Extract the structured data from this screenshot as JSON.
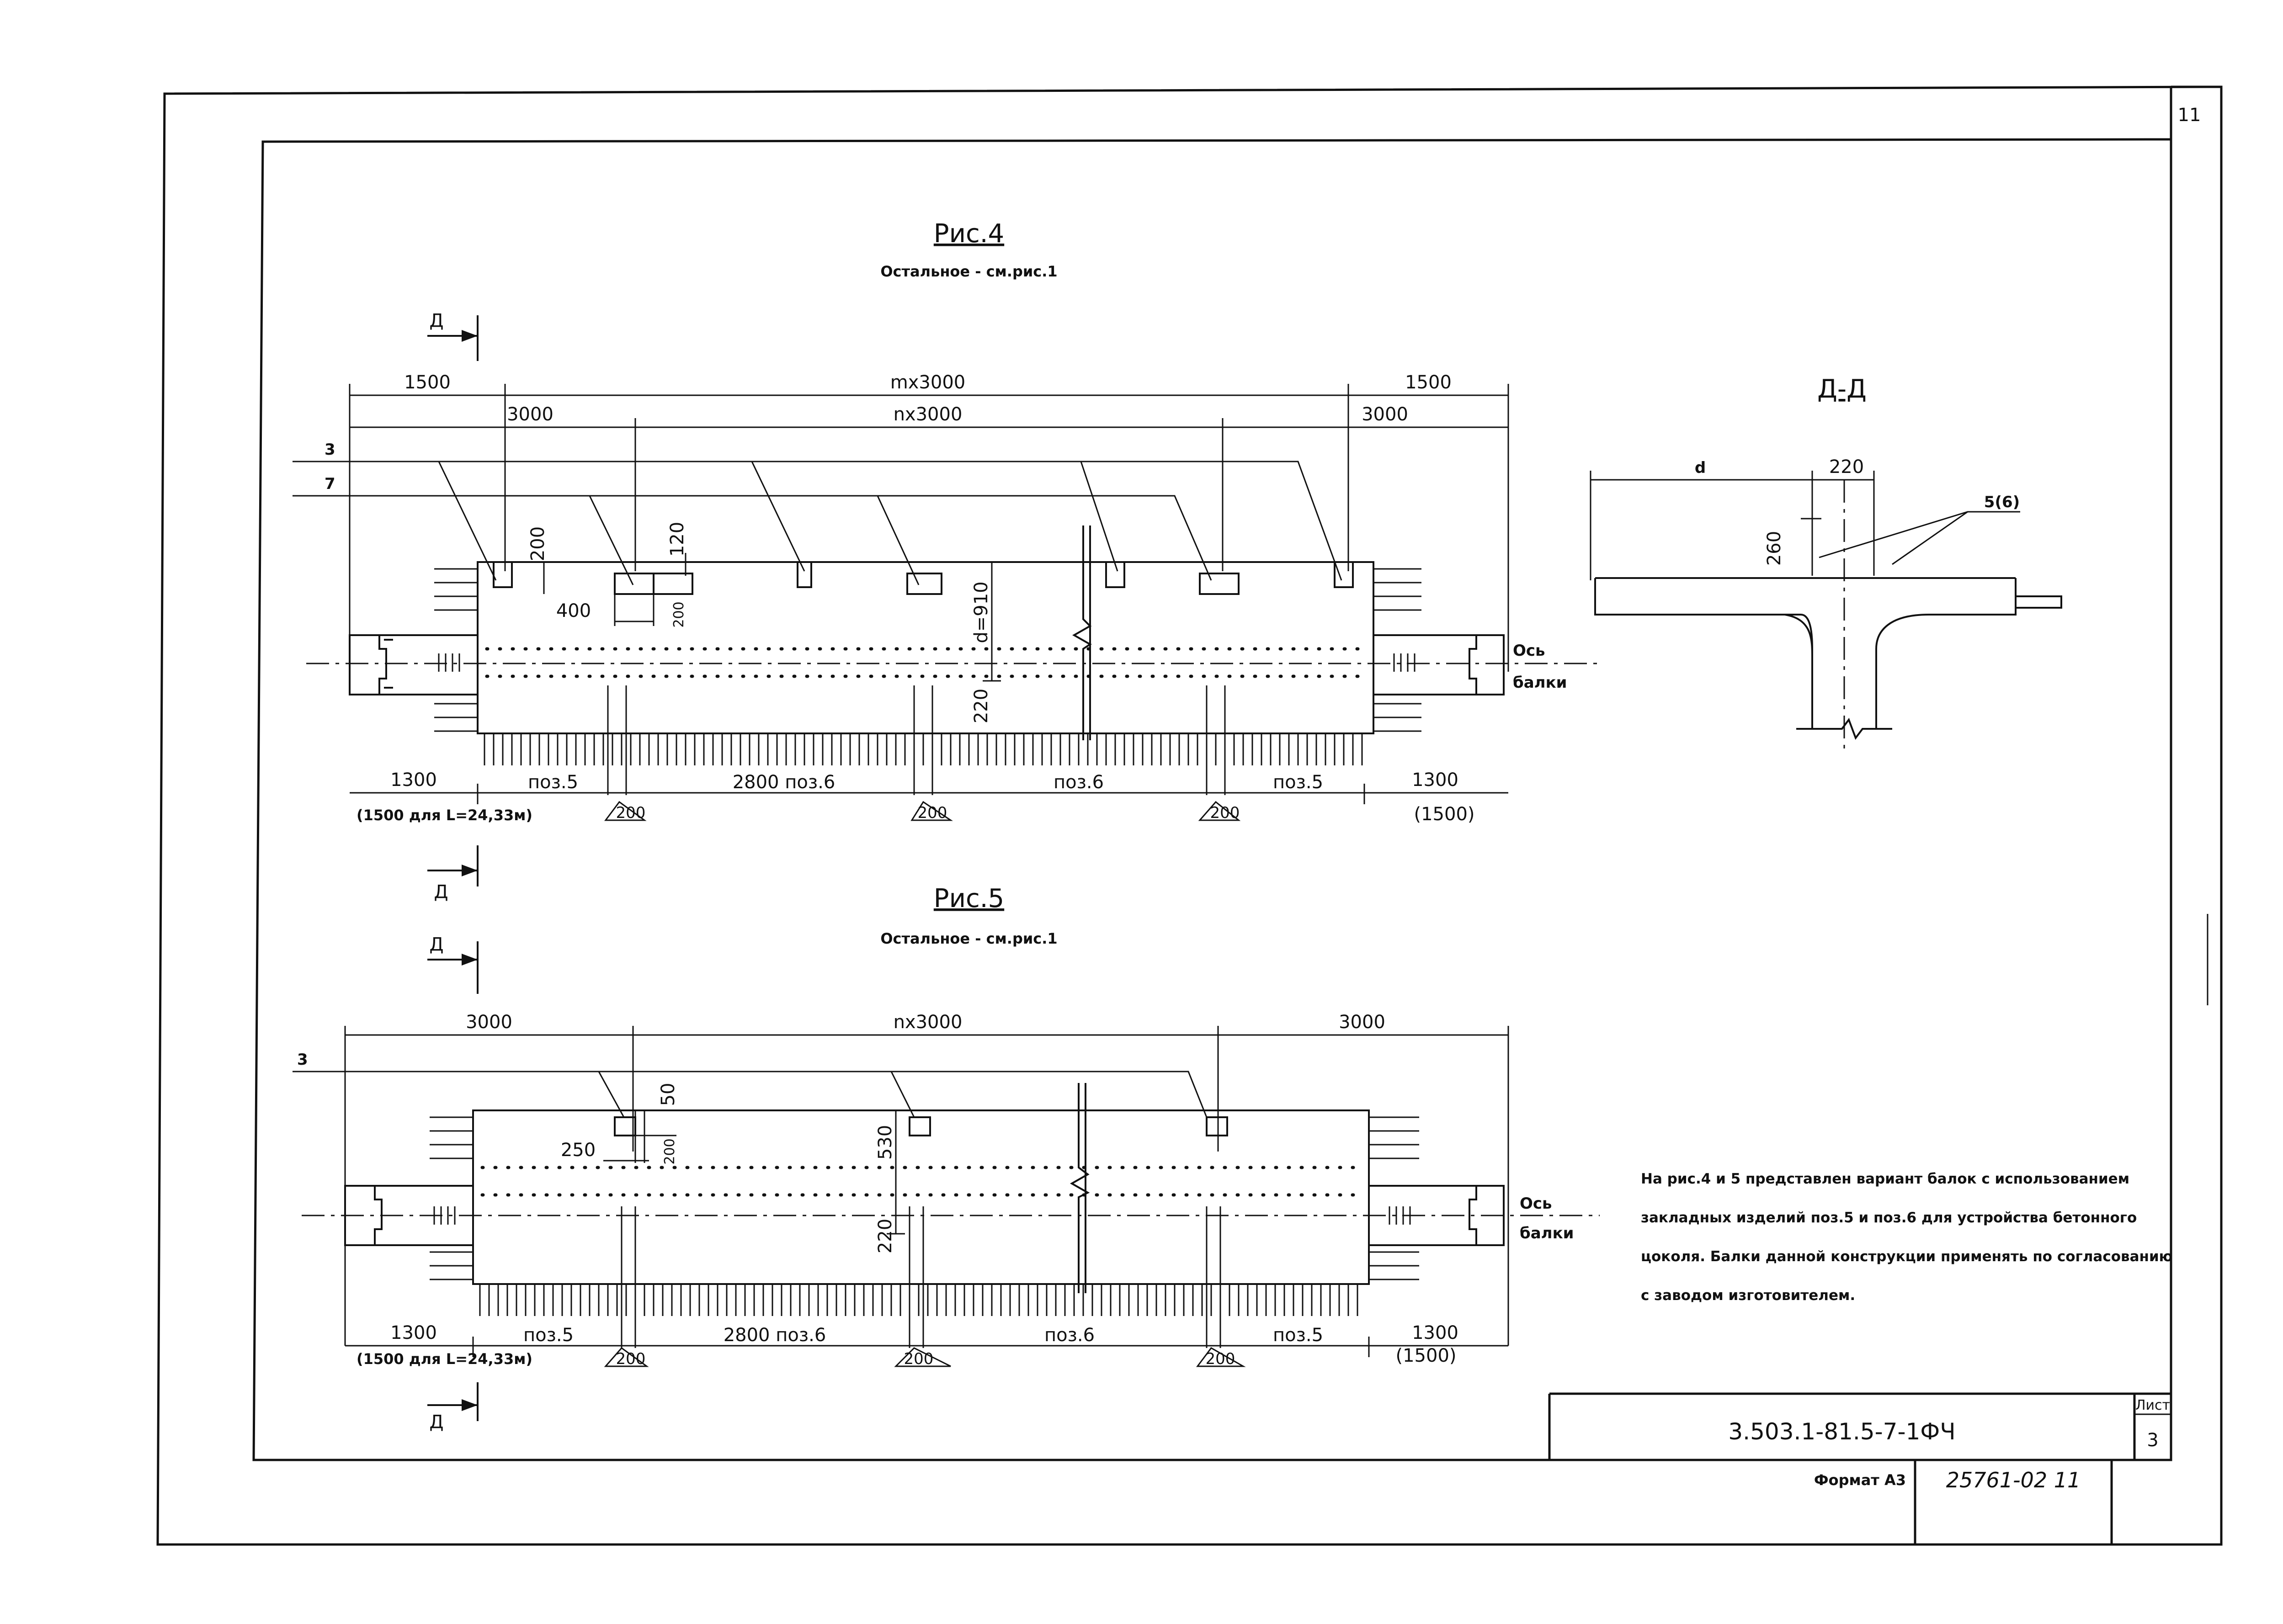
{
  "sheet": {
    "corner_number": "11",
    "fig4": {
      "title": "Рис.4",
      "subtitle": "Остальное - см.рис.1",
      "section_mark": "Д",
      "dim_top": [
        "1500",
        "mx3000",
        "1500"
      ],
      "dim_second": [
        "3000",
        "nx3000",
        "3000"
      ],
      "leader_labels": [
        "3",
        "7"
      ],
      "dim_200": "200",
      "dim_120": "120",
      "dim_400": "400",
      "dim_200b": "200",
      "dim_d": "d=910",
      "dim_220": "220",
      "axis_label": [
        "Ось",
        "балки"
      ],
      "bottom_dims": [
        "1300",
        "поз.5",
        "2800 поз.6",
        "поз.6",
        "поз.5",
        "1300"
      ],
      "bottom_notes": [
        "(1500 для L=24,33м)",
        "(1500)"
      ],
      "support_marks": [
        "200",
        "200",
        "200"
      ]
    },
    "section_dd": {
      "title": "Д-Д",
      "dim_d": "d",
      "dim_220": "220",
      "dim_260": "260",
      "leader": "5(6)"
    },
    "fig5": {
      "title": "Рис.5",
      "subtitle": "Остальное - см.рис.1",
      "section_mark": "Д",
      "dim_top": [
        "3000",
        "nx3000",
        "3000"
      ],
      "leader_label": "3",
      "dim_50": "50",
      "dim_250": "250",
      "dim_200": "200",
      "dim_530": "530",
      "dim_220": "220",
      "axis_label": [
        "Ось",
        "балки"
      ],
      "bottom_dims": [
        "1300",
        "поз.5",
        "2800 поз.6",
        "поз.6",
        "поз.5",
        "1300"
      ],
      "bottom_notes": [
        "(1500 для L=24,33м)",
        "(1500)"
      ],
      "support_marks": [
        "200",
        "200",
        "200"
      ]
    },
    "note_lines": [
      "На рис.4 и 5 представлен вариант балок с использованием",
      "закладных изделий поз.5 и поз.6 для устройства бетонного",
      "цоколя. Балки данной конструкции применять по согласованию",
      "с заводом изготовителем."
    ],
    "title_block": {
      "code": "3.503.1-81.5-7-1ФЧ",
      "sheet_label": "Лист",
      "sheet_number": "3",
      "format": "Формат А3",
      "inventory": "25761-02 11"
    }
  }
}
